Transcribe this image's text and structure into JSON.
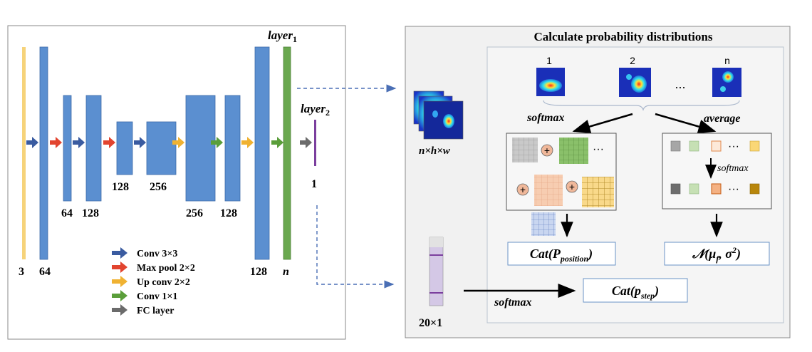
{
  "left_panel": {
    "blocks": [
      {
        "label": "3"
      },
      {
        "label": "64"
      },
      {
        "label": "64"
      },
      {
        "label": "128"
      },
      {
        "label": "128"
      },
      {
        "label": "256"
      },
      {
        "label": "256"
      },
      {
        "label": "128"
      },
      {
        "label": "128"
      },
      {
        "label": "n"
      }
    ],
    "layer1_label": "layer",
    "layer1_sub": "1",
    "layer2_label": "layer",
    "layer2_sub": "2",
    "fc_output_label": "1",
    "legend": [
      {
        "label": "Conv 3×3",
        "color": "#3a5ba0"
      },
      {
        "label": "Max pool 2×2",
        "color": "#e2442f"
      },
      {
        "label": "Up conv 2×2",
        "color": "#f0b232"
      },
      {
        "label": "Conv 1×1",
        "color": "#5a9e3a"
      },
      {
        "label": "FC layer",
        "color": "#6b6b6b"
      }
    ],
    "colors": {
      "block": "#5b8fd0",
      "input": "#f6d37a",
      "layer1": "#6aa84f",
      "layer2": "#7b3f9e"
    }
  },
  "right_panel": {
    "title": "Calculate probability distributions",
    "heatmap_labels": [
      "1",
      "2",
      "...",
      "n"
    ],
    "stack_label": "n×h×w",
    "softmax_label": "softmax",
    "average_label": "average",
    "inner_softmax_label": "softmax",
    "ellipsis": "···",
    "cat_position": "Cat(P",
    "cat_position_sub": "position",
    "normal_dist": "𝒩(μ",
    "normal_sub": "f",
    "normal_tail": ", σ",
    "normal_sup": "2",
    "cat_step": "Cat(p",
    "cat_step_sub": "step",
    "vector_label": "20×1",
    "bottom_softmax_label": "softmax"
  }
}
